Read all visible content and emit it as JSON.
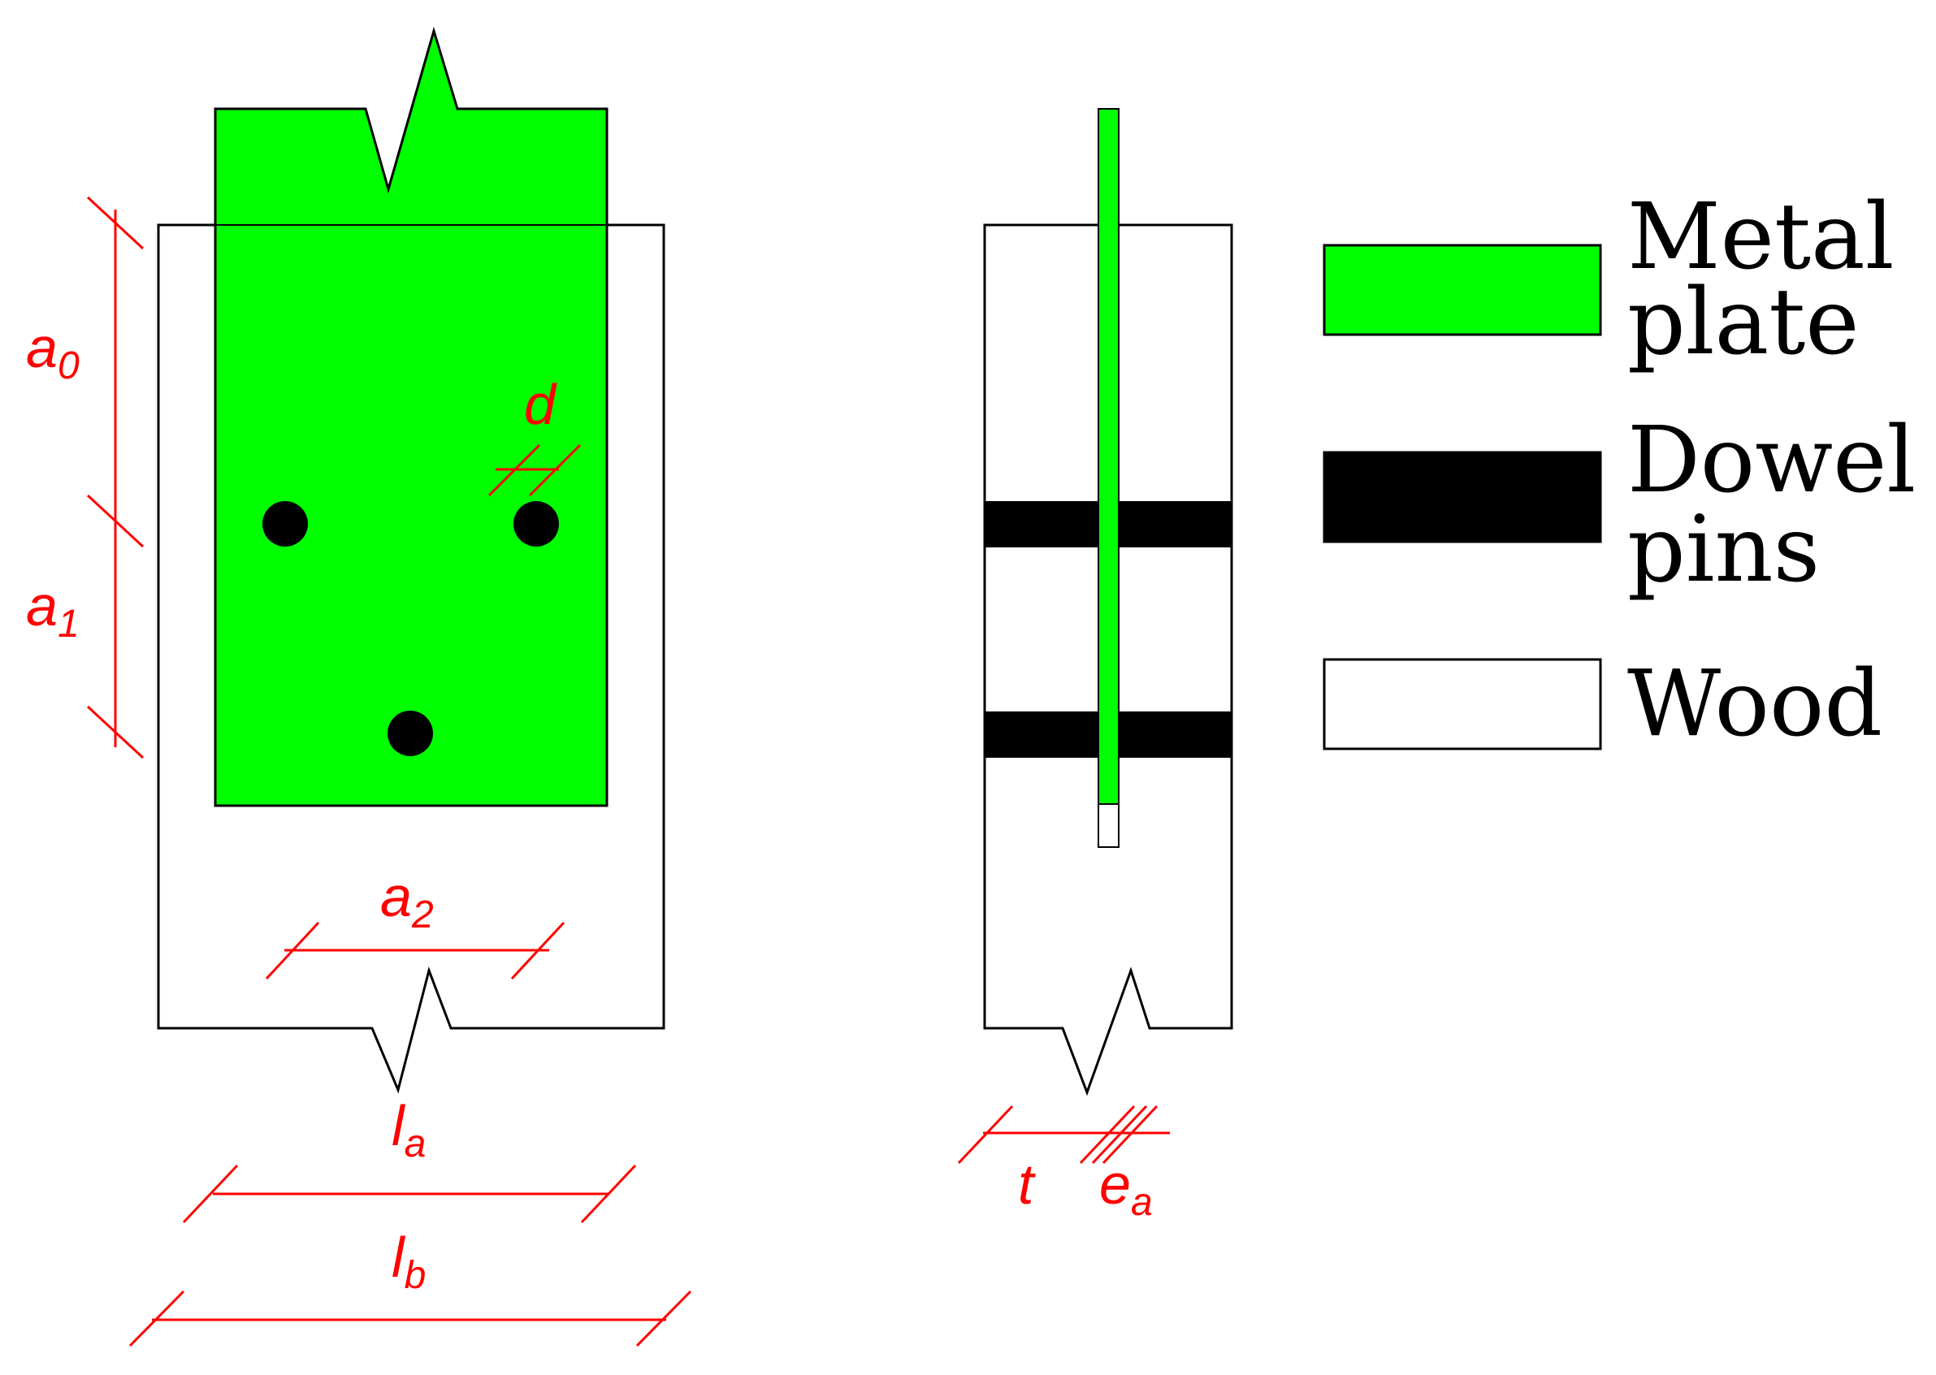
{
  "colors": {
    "metal": "#00ff00",
    "dowel": "#000000",
    "wood": "#ffffff",
    "outline": "#000000",
    "dimension": "#ff0000"
  },
  "labels": {
    "a0_base": "a",
    "a0_sub": "0",
    "a1_base": "a",
    "a1_sub": "1",
    "a2_base": "a",
    "a2_sub": "2",
    "d": "d",
    "la_base": "l",
    "la_sub": "a",
    "lb_base": "l",
    "lb_sub": "b",
    "t": "t",
    "ea_base": "e",
    "ea_sub": "a"
  },
  "legend": {
    "metal_line1": "Metal",
    "metal_line2": "plate",
    "dowel_line1": "Dowel",
    "dowel_line2": "pins",
    "wood": "Wood"
  }
}
